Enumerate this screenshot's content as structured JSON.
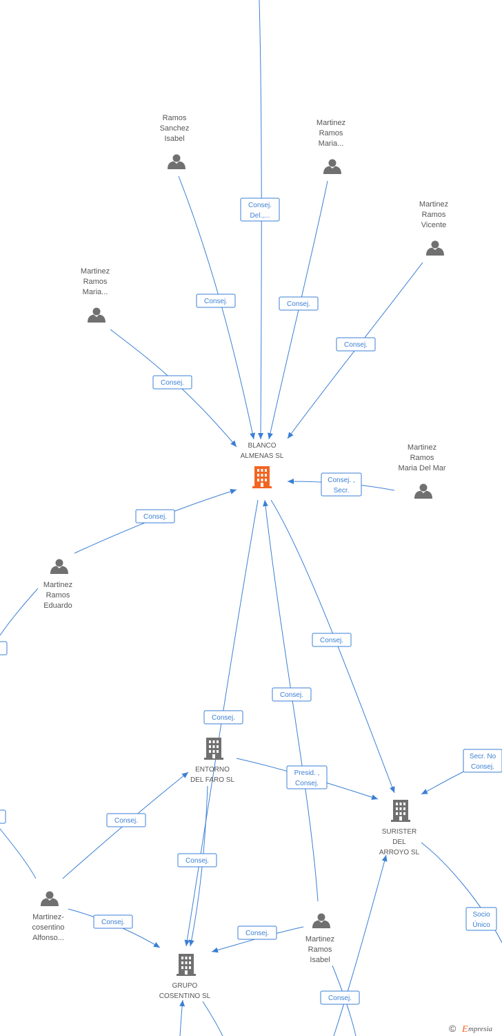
{
  "colors": {
    "edge": "#3a7fd5",
    "person_icon": "#707070",
    "company_icon": "#707070",
    "main_company_icon": "#f26522",
    "label": "#555555"
  },
  "nodes": {
    "blanco": {
      "lines": [
        "BLANCO",
        "ALMENAS SL"
      ],
      "kind": "company-main"
    },
    "ramos_sanchez": {
      "lines": [
        "Ramos",
        "Sanchez",
        "Isabel"
      ],
      "kind": "person"
    },
    "mr_maria_1": {
      "lines": [
        "Martinez",
        "Ramos",
        "Maria..."
      ],
      "kind": "person"
    },
    "mr_vicente": {
      "lines": [
        "Martinez",
        "Ramos",
        "Vicente"
      ],
      "kind": "person"
    },
    "mr_maria_2": {
      "lines": [
        "Martinez",
        "Ramos",
        "Maria..."
      ],
      "kind": "person"
    },
    "mr_mariadelmar": {
      "lines": [
        "Martinez",
        "Ramos",
        "Maria Del Mar"
      ],
      "kind": "person"
    },
    "mr_eduardo": {
      "lines": [
        "Martinez",
        "Ramos",
        "Eduardo"
      ],
      "kind": "person"
    },
    "entorno": {
      "lines": [
        "ENTORNO",
        "DEL FARO SL"
      ],
      "kind": "company"
    },
    "surister": {
      "lines": [
        "SURISTER",
        "DEL",
        "ARROYO SL"
      ],
      "kind": "company"
    },
    "mc_alfonso": {
      "lines": [
        "Martinez-",
        "cosentino",
        "Alfonso..."
      ],
      "kind": "person"
    },
    "grupo": {
      "lines": [
        "GRUPO",
        "COSENTINO SL"
      ],
      "kind": "company"
    },
    "mr_isabel": {
      "lines": [
        "Martinez",
        "Ramos",
        "Isabel"
      ],
      "kind": "person"
    }
  },
  "edge_labels": {
    "top": [
      "Consej.",
      "Del.,..."
    ],
    "ramos_sanchez": [
      "Consej."
    ],
    "mr_maria_1": [
      "Consej."
    ],
    "mr_vicente": [
      "Consej."
    ],
    "mr_maria_2": [
      "Consej."
    ],
    "mr_mariadelmar": [
      "Consej. ,",
      "Secr."
    ],
    "mr_eduardo": [
      "Consej."
    ],
    "blanco_surister": [
      "Consej."
    ],
    "isabel_blanco": [
      "Consej."
    ],
    "blanco_grupo": [
      "Consej."
    ],
    "entorno_surister": [
      "Presid. ,",
      "Consej."
    ],
    "secr_no": [
      "Secr.  No",
      "Consej."
    ],
    "alfonso_entorno": [
      "Consej."
    ],
    "entorno_grupo": [
      "Consej."
    ],
    "alfonso_grupo": [
      "Consej."
    ],
    "isabel_grupo": [
      "Consej."
    ],
    "socio": [
      "Socio",
      "Único"
    ],
    "bottom_surister": [
      "Consej."
    ]
  },
  "brand": {
    "copyright": "©",
    "name": "mpresia",
    "initial": "E"
  }
}
